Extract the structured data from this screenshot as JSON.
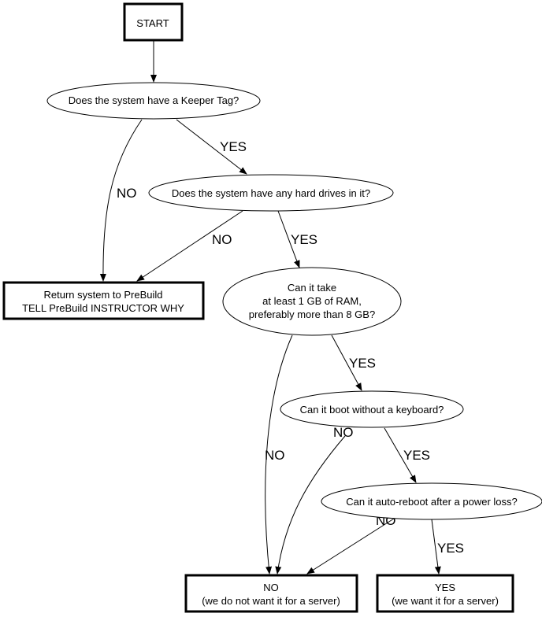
{
  "nodes": {
    "start": {
      "lines": [
        "START"
      ]
    },
    "keeper_tag": {
      "lines": [
        "Does the system have a Keeper Tag?"
      ]
    },
    "hard_drives": {
      "lines": [
        "Does the system have any hard drives in it?"
      ]
    },
    "return_prebuild": {
      "lines": [
        "Return system to PreBuild",
        "TELL PreBuild INSTRUCTOR WHY"
      ]
    },
    "ram": {
      "lines": [
        "Can it take",
        "at least 1 GB of RAM,",
        "preferably more than 8 GB?"
      ]
    },
    "keyboard": {
      "lines": [
        "Can it boot without a keyboard?"
      ]
    },
    "auto_reboot": {
      "lines": [
        "Can it auto-reboot after a power loss?"
      ]
    },
    "result_no": {
      "lines": [
        "NO",
        "(we do not want it for a server)"
      ]
    },
    "result_yes": {
      "lines": [
        "YES",
        "(we want it for a server)"
      ]
    }
  },
  "edges": {
    "keeper_no": "NO",
    "keeper_yes": "YES",
    "drives_no": "NO",
    "drives_yes": "YES",
    "ram_yes": "YES",
    "ram_no": "NO",
    "keyboard_no": "NO",
    "keyboard_yes": "YES",
    "reboot_no": "NO",
    "reboot_yes": "YES"
  }
}
